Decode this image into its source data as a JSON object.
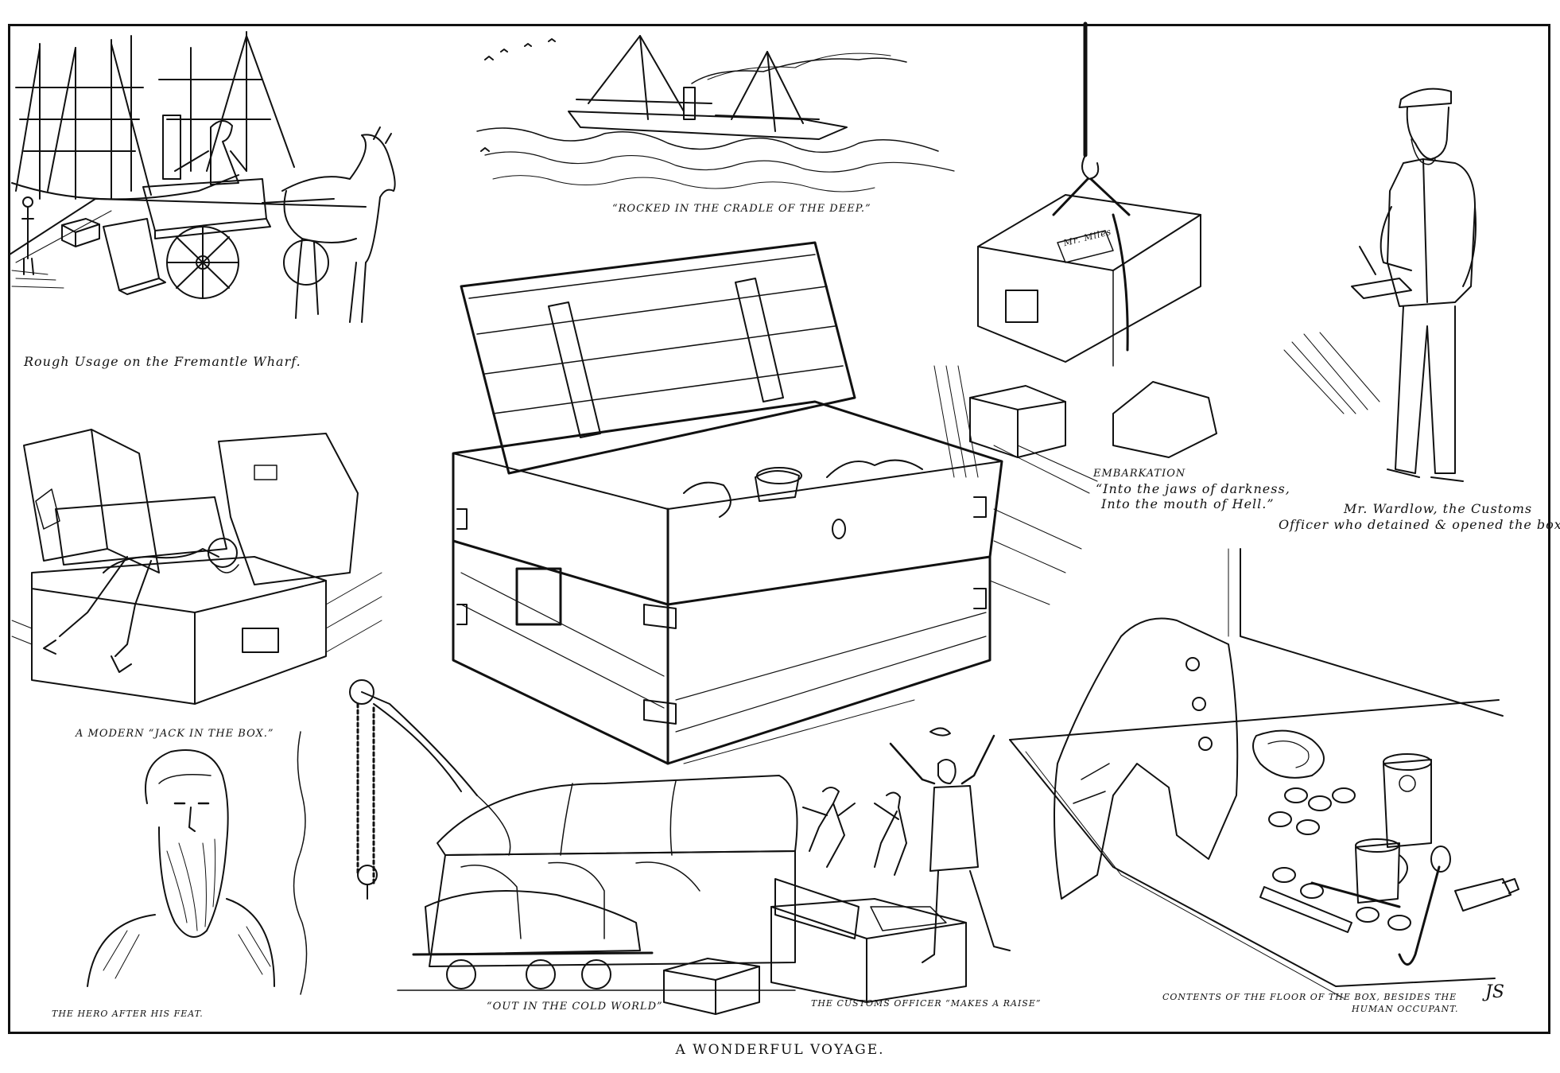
{
  "plate": {
    "title": "A WONDERFUL VOYAGE."
  },
  "vignettes": {
    "wharf_caption": "Rough Usage on the Fremantle Wharf.",
    "sea_caption": "“Rocked in the cradle of the deep.”",
    "embarkation_caption": "Embarkation",
    "embarkation_quote_1": "“Into the jaws of darkness,",
    "embarkation_quote_2": "Into the mouth of Hell.”",
    "officer_caption_1": "Mr. Wardlow, the Customs",
    "officer_caption_2": "Officer who detained & opened the box.",
    "jack_caption": "A Modern “Jack in the Box.”",
    "hero_caption": "The hero after his feat.",
    "train_caption": "“Out in the cold world”",
    "raise_caption": "The Customs Officer “Makes a Raise”",
    "contents_caption_1": "Contents of the floor of the box, besides the",
    "contents_caption_2": "human occupant."
  },
  "box_label": "Mr. Miles",
  "signature": "JS",
  "icons": [
    "ship-icon",
    "steamer-icon",
    "horse-cart-icon",
    "crate-icon",
    "crane-icon",
    "railway-wagon-icon",
    "portrait-icon"
  ]
}
